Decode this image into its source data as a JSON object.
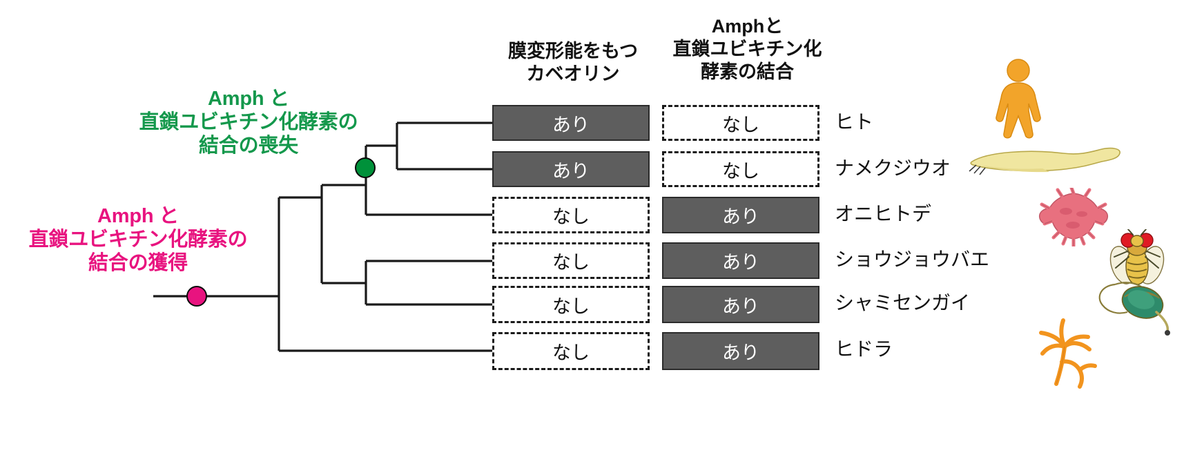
{
  "figure": {
    "type": "phylogenetic-tree-trait-matrix",
    "background": "#ffffff"
  },
  "annotations": [
    {
      "id": "loss",
      "text": "Amph と\n直鎖ユビキチン化酵素の\n結合の喪失",
      "color": "#14984c",
      "node_color": "#00913a"
    },
    {
      "id": "gain",
      "text": "Amph と\n直鎖ユビキチン化酵素の\n結合の獲得",
      "color": "#e8137f",
      "node_color": "#e8137f"
    }
  ],
  "columns": [
    {
      "id": "caveolin",
      "header": "膜変形能をもつ\nカベオリン"
    },
    {
      "id": "amph_binding",
      "header": "Amphと\n直鎖ユビキチン化\n酵素の結合"
    }
  ],
  "legend_values": {
    "present": "あり",
    "absent": "なし"
  },
  "colors": {
    "present_fill": "#5e5e5e",
    "present_border": "#2b2b2b",
    "present_text": "#ffffff",
    "absent_border": "#1a1a1a",
    "absent_text": "#111111",
    "tree_line": "#1a1a1a",
    "green_node": "#00913a",
    "pink_node": "#e8137f",
    "human_icon": "#f2a42a",
    "amphioxus_icon": "#f0e6a0",
    "starfish_icon": "#e8707f",
    "fly_icon": "#e8c24a",
    "lampshell_icon": "#2e8b6b",
    "hydra_icon": "#f2941e"
  },
  "rows": [
    {
      "species": "ヒト",
      "caveolin": "あり",
      "caveolin_state": "present",
      "amph_binding": "なし",
      "amph_binding_state": "absent",
      "icon": "human-icon"
    },
    {
      "species": "ナメクジウオ",
      "caveolin": "あり",
      "caveolin_state": "present",
      "amph_binding": "なし",
      "amph_binding_state": "absent",
      "icon": "amphioxus-icon"
    },
    {
      "species": "オニヒトデ",
      "caveolin": "なし",
      "caveolin_state": "absent",
      "amph_binding": "あり",
      "amph_binding_state": "present",
      "icon": "starfish-icon"
    },
    {
      "species": "ショウジョウバエ",
      "caveolin": "なし",
      "caveolin_state": "absent",
      "amph_binding": "あり",
      "amph_binding_state": "present",
      "icon": "fly-icon"
    },
    {
      "species": "シャミセンガイ",
      "caveolin": "なし",
      "caveolin_state": "absent",
      "amph_binding": "あり",
      "amph_binding_state": "present",
      "icon": "lampshell-icon"
    },
    {
      "species": "ヒドラ",
      "caveolin": "なし",
      "caveolin_state": "absent",
      "amph_binding": "あり",
      "amph_binding_state": "present",
      "icon": "hydra-icon"
    }
  ]
}
